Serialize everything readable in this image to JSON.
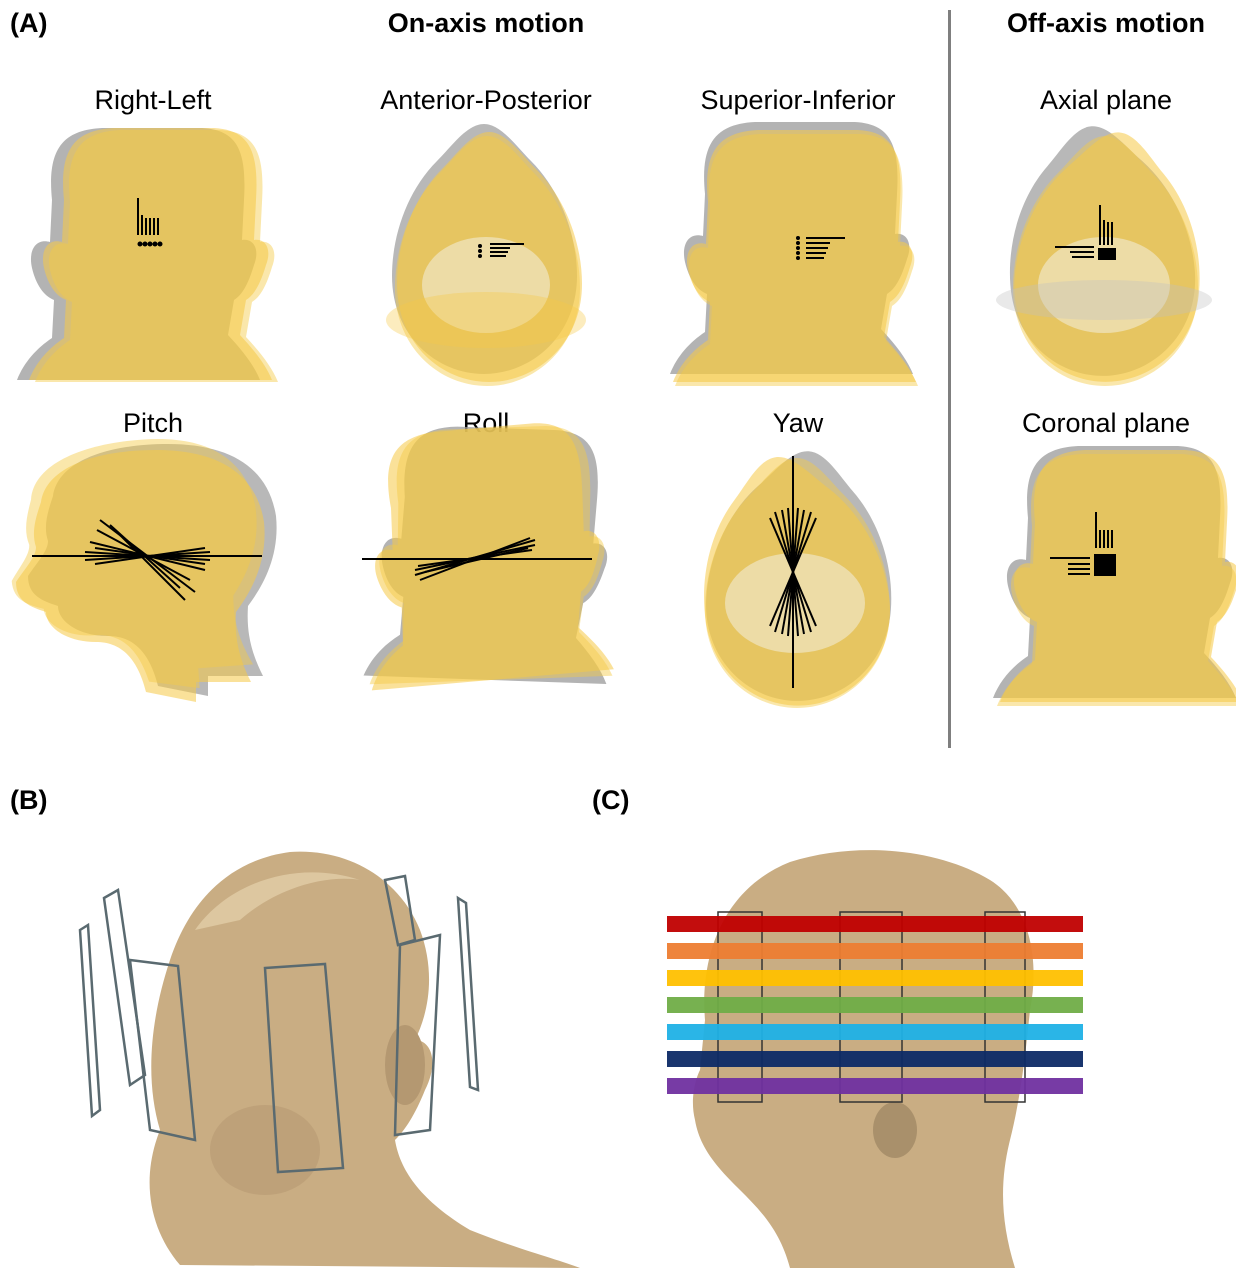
{
  "panels": {
    "a": {
      "label": "(A)",
      "on_axis_title": "On-axis motion",
      "off_axis_title": "Off-axis motion",
      "plots": [
        {
          "title": "Right-Left"
        },
        {
          "title": "Anterior-Posterior"
        },
        {
          "title": "Superior-Inferior"
        },
        {
          "title": "Axial plane"
        },
        {
          "title": "Pitch"
        },
        {
          "title": "Roll"
        },
        {
          "title": "Yaw"
        },
        {
          "title": "Coronal plane"
        }
      ]
    },
    "b": {
      "label": "(B)"
    },
    "c": {
      "label": "(C)"
    }
  },
  "colors": {
    "head_yellow": "#f5c945",
    "head_gray": "#9a9a9a",
    "skin": "#c9ad83",
    "divider": "#7f7f7f",
    "coil": "#5a6a70",
    "bands": [
      "#c00000",
      "#ed7d31",
      "#ffc000",
      "#70ad47",
      "#1fb1e6",
      "#0d2a66",
      "#7030a0"
    ]
  }
}
